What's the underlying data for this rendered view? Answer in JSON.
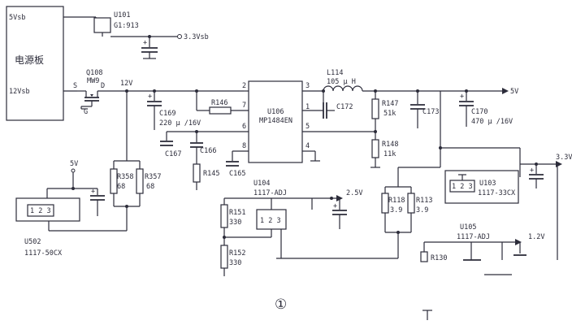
{
  "power_board": {
    "label": "电源板",
    "pin_5vsb": "5Vsb",
    "pin_12vsb": "12Vsb"
  },
  "mosfet": {
    "ref": "Q108",
    "part": "MW9",
    "pin_s": "S",
    "pin_d": "D",
    "pin_g": "G"
  },
  "u101": {
    "ref": "U101",
    "part": "G1:913"
  },
  "u106": {
    "ref": "U106",
    "part": "MP1484EN",
    "pins": [
      "2",
      "7",
      "6",
      "8",
      "3",
      "1",
      "5",
      "4"
    ]
  },
  "u104": {
    "ref": "U104",
    "part": "1117-ADJ",
    "pins": "1 2 3"
  },
  "u103": {
    "ref": "U103",
    "part": "1117-33CX",
    "pins": "1 2 3"
  },
  "u105": {
    "ref": "U105",
    "part": "1117-ADJ"
  },
  "u502": {
    "ref": "U502",
    "part": "1117-50CX",
    "pins": "1 2 3"
  },
  "inductor": {
    "ref": "L114",
    "value": "105 μ H"
  },
  "rails": {
    "v33_top": "3.3Vsb",
    "v12": "12V",
    "v5_out": "5V",
    "v5_left": "5V",
    "v25": "2.5V",
    "v33_right": "3.3V",
    "v12_out": "1.2V"
  },
  "capacitors": {
    "c169": {
      "ref": "C169",
      "value": "220 μ /16V"
    },
    "c170": {
      "ref": "C170",
      "value": "470 μ /16V"
    },
    "c167": "C167",
    "c166": "C166",
    "c165": "C165",
    "c172": "C172",
    "c173": "C173"
  },
  "resistors": {
    "r146": "R146",
    "r145": "R145",
    "r147": {
      "ref": "R147",
      "value": "51k"
    },
    "r148": {
      "ref": "R148",
      "value": "11k"
    },
    "r358": {
      "ref": "R358",
      "value": "68"
    },
    "r357": {
      "ref": "R357",
      "value": "68"
    },
    "r151": {
      "ref": "R151",
      "value": "330"
    },
    "r152": {
      "ref": "R152",
      "value": "330"
    },
    "r118": {
      "ref": "R118",
      "value": "3.9"
    },
    "r113": {
      "ref": "R113",
      "value": "3.9"
    },
    "r130": "R130"
  },
  "figure_number": "①"
}
